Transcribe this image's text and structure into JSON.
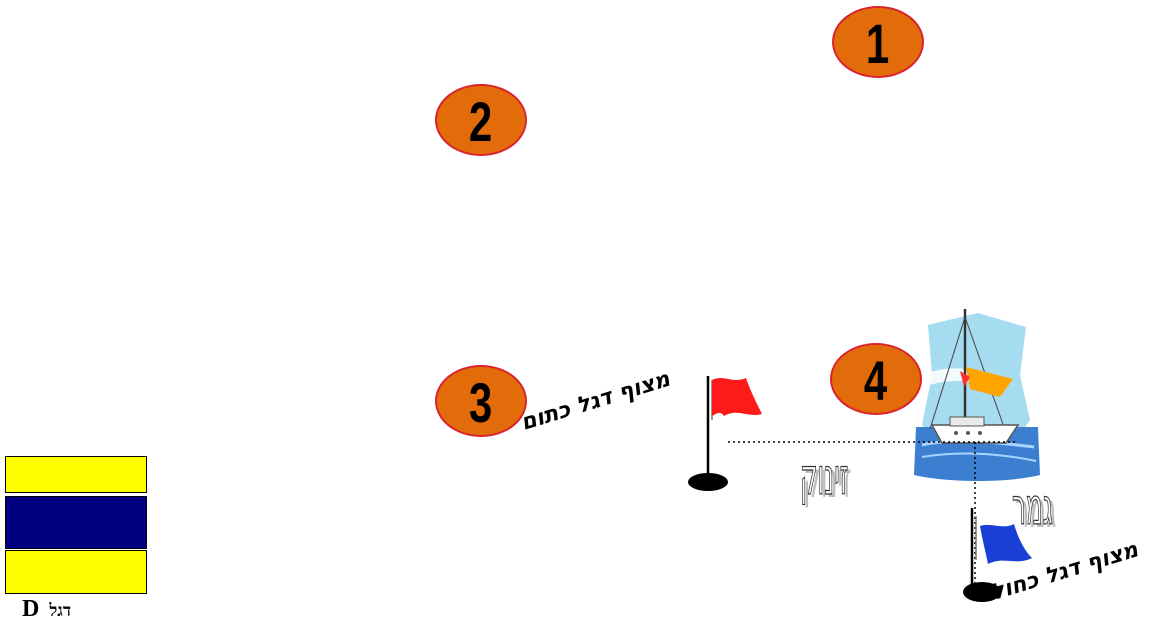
{
  "markers": [
    {
      "number": "1"
    },
    {
      "number": "2"
    },
    {
      "number": "3"
    },
    {
      "number": "4"
    }
  ],
  "buoys": {
    "red_label": "מצוף דגל כתום",
    "blue_label": "מצוף דגל כחול"
  },
  "words": {
    "start": "זינוק",
    "finish": "גמר"
  },
  "flag_d": {
    "letter": "D",
    "hebrew": "דגל"
  },
  "colors": {
    "marker_fill": "#e36c0a",
    "marker_border": "#d9232d",
    "red_flag": "#ff1a1a",
    "blue_flag": "#1a3fd6",
    "flag_yellow": "#ffff00",
    "flag_navy": "#000080"
  },
  "icons": [
    "red-flag-icon",
    "blue-flag-icon",
    "sailboat-icon",
    "buoy-icon"
  ]
}
